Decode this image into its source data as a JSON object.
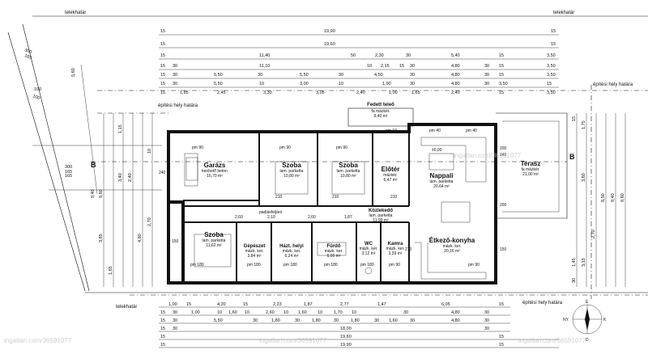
{
  "boundary": {
    "label_top_left": "telekhatár",
    "label_top_right": "telekhatár",
    "label_bottom_left": "telekhatár"
  },
  "build_limit": {
    "top_right": "építési hely határa",
    "top_left": "építési hely határa",
    "bottom_right": "építési hely határa"
  },
  "section": {
    "left": "B",
    "right": "B"
  },
  "roof_label": {
    "title": "Fedett teleő",
    "sub": "fa mázkér.",
    "area": "9,40 m²"
  },
  "rooms": [
    {
      "name": "Garázs",
      "floor": "kenhető beton",
      "area": "16,70 m²"
    },
    {
      "name": "Szoba",
      "floor": "lam. parketta",
      "area": "10,80 m²"
    },
    {
      "name": "Szoba",
      "floor": "lam. parketta",
      "area": "10,80 m²"
    },
    {
      "name": "Előtér",
      "floor": "mázkér.",
      "area": "6,47 m²"
    },
    {
      "name": "Nappali",
      "floor": "lam. parketta",
      "area": "20,64 m²"
    },
    {
      "name": "Terasz",
      "floor": "fa mázkér.",
      "area": "21,00 m²"
    },
    {
      "name": "Szoba",
      "floor": "lam. parketta",
      "area": "11,62 m²"
    },
    {
      "name": "Közlekedő",
      "floor": "lam. parketta",
      "area": "11,99 m²"
    },
    {
      "name": "Gépészet",
      "floor": "mázk. ker.",
      "area": "3,84 m²"
    },
    {
      "name": "Házt. helyi",
      "floor": "mázk. ker.",
      "area": "6,24 m²"
    },
    {
      "name": "Fürdő",
      "floor": "mázk. ker.",
      "area": "6,00 m²"
    },
    {
      "name": "WC",
      "floor": "mázk. ker.",
      "area": "3,12 m²"
    },
    {
      "name": "Kamra",
      "floor": "mázk. ker.",
      "area": "3,39 m²"
    },
    {
      "name": "Étkező-konyha",
      "floor": "mázk. ker.",
      "area": "20,16 m²"
    }
  ],
  "top_dims": {
    "row1": [
      "15",
      "19,90",
      "15"
    ],
    "row2": [
      "15",
      "19,60",
      "15"
    ],
    "row3": [
      "15",
      "11,40",
      "50",
      "2,30",
      "30",
      "5,40",
      "15",
      "3,50"
    ],
    "row4": [
      "15",
      "30",
      "11,10",
      "10",
      "2,15",
      "15",
      "30",
      "4,80",
      "30",
      "15",
      "3,50"
    ],
    "row5": [
      "15",
      "30",
      "5,50",
      "30",
      "5,50",
      "30",
      "4,50",
      "30",
      "4,80",
      "30",
      "15",
      "3,50"
    ],
    "row6": [
      "15",
      "30",
      "5,50",
      "10",
      "3,00",
      "10",
      "1,90",
      "30",
      "4,80",
      "30",
      "15",
      "3,50"
    ],
    "row7": [
      "15",
      "1,85",
      "2,45",
      "3,30",
      "3,05",
      "2,40",
      "1,00",
      "1,65",
      "2,40",
      "15",
      "3,50"
    ]
  },
  "bottom_dims": {
    "row1": [
      "1,00",
      "15",
      "4,20",
      "15",
      "2,23",
      "1,87",
      "2,77",
      "1,47",
      "6,05",
      "15"
    ],
    "row2": [
      "15",
      "30",
      "1,00",
      "10",
      "1,60",
      "10",
      "2,60",
      "10",
      "1,60",
      "10",
      "1,70",
      "10",
      "30",
      "4,80",
      "30"
    ],
    "row3": [
      "15",
      "30",
      "5,50",
      "30",
      "1,80",
      "30",
      "1,80",
      "30",
      "1,80",
      "30",
      "1,60",
      "30",
      "4,80",
      "30"
    ],
    "row4": [
      "15",
      "30",
      "18,00",
      "30"
    ],
    "row5": [
      "15",
      "19,60",
      "15"
    ],
    "row6": [
      "15",
      "19,90",
      "15"
    ]
  },
  "interior_labels": [
    "pm 90",
    "pm 90",
    "pm 90",
    "pm 40",
    "pm 40",
    "±0,00",
    "pm 10",
    "pm 180",
    "pm 180",
    "pm 180",
    "pm 180",
    "pm 180",
    "pm 90",
    "pm 90",
    "padlásfeljáró",
    "1,87",
    "2,10",
    "2,60",
    "2,60",
    "210",
    "210",
    "210",
    "210",
    "150",
    "150",
    "200",
    "200",
    "240",
    "240"
  ],
  "left_dims": [
    "5,60",
    "9,40",
    "300",
    "100",
    "165",
    "3,85",
    "1,65",
    "1,15",
    "2,40",
    "4,80",
    "2,70",
    "3,40",
    "9,60",
    "10"
  ],
  "right_dims": [
    "3,60",
    "1,75",
    "8,50",
    "9,40",
    "9,60",
    "2,70",
    "1,45",
    "3,15",
    "30",
    "15"
  ],
  "small_dims": [
    "300",
    "165",
    "300",
    "165",
    "100",
    "165"
  ],
  "watermarks": [
    "ingatlan.com/36591077",
    "ingatlan.com/36591077",
    "ingatlan.com/36591077",
    "ingatlan.com/36591077"
  ],
  "compass": {
    "n": "É",
    "s": "D",
    "e": "K",
    "w": "NY"
  }
}
